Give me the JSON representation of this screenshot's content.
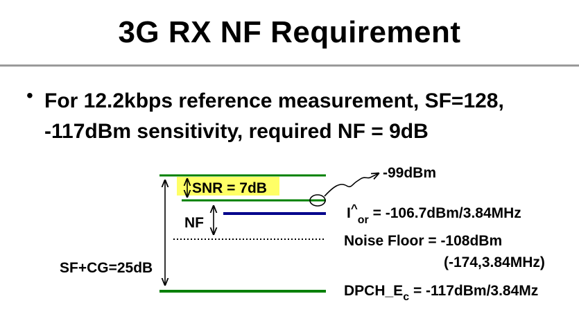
{
  "title": "3G RX NF Requirement",
  "bullet": {
    "symbol": "•",
    "text": "For 12.2kbps reference measurement, SF=128, -117dBm sensitivity, required NF = 9dB"
  },
  "diagram": {
    "snr_label": "SNR = 7dB",
    "nf_label": "NF",
    "sf_cg_label": "SF+CG=25dB",
    "level_99": "-99dBm",
    "ior_main": "I",
    "ior_hat": "^",
    "ior_sub": "or",
    "ior_value": " = -106.7dBm/3.84MHz",
    "noise_floor_line1": "Noise Floor = -108dBm",
    "noise_floor_line2": "(-174,3.84MHz)",
    "dpch_main": "DPCH_E",
    "dpch_sub": "c",
    "dpch_value": " = -117dBm/3.84Mz",
    "colors": {
      "green_line": "#008000",
      "blue_line": "#00008b",
      "highlight": "#ffff66"
    }
  }
}
